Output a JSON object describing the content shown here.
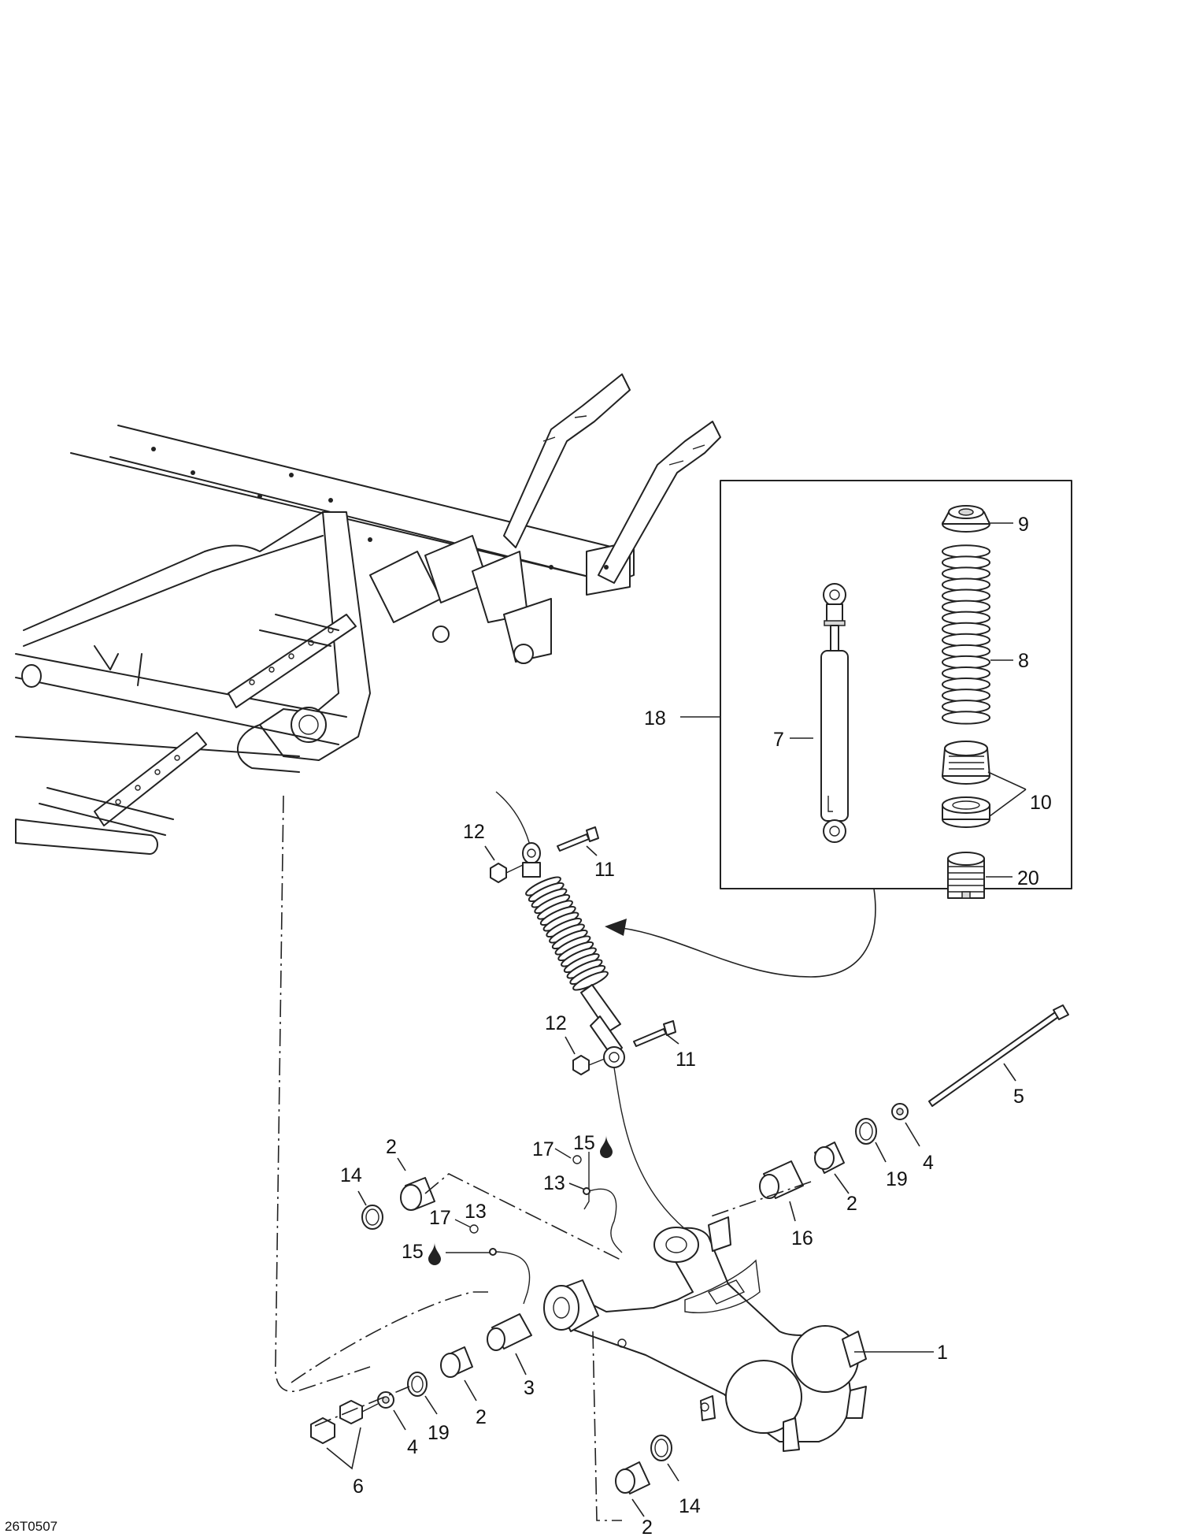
{
  "diagram_code": "26T0507",
  "callouts": {
    "c1": "1",
    "c2a": "2",
    "c2b": "2",
    "c2c": "2",
    "c2d": "2",
    "c3": "3",
    "c4a": "4",
    "c4b": "4",
    "c5": "5",
    "c6": "6",
    "c7": "7",
    "c8": "8",
    "c9": "9",
    "c10": "10",
    "c11a": "11",
    "c11b": "11",
    "c12a": "12",
    "c12b": "12",
    "c13a": "13",
    "c13b": "13",
    "c14a": "14",
    "c14b": "14",
    "c15a": "15",
    "c15b": "15",
    "c16": "16",
    "c17a": "17",
    "c17b": "17",
    "c18": "18",
    "c19a": "19",
    "c19b": "19",
    "c20": "20"
  },
  "icons": {
    "lubricant": "oil-drop-icon"
  }
}
